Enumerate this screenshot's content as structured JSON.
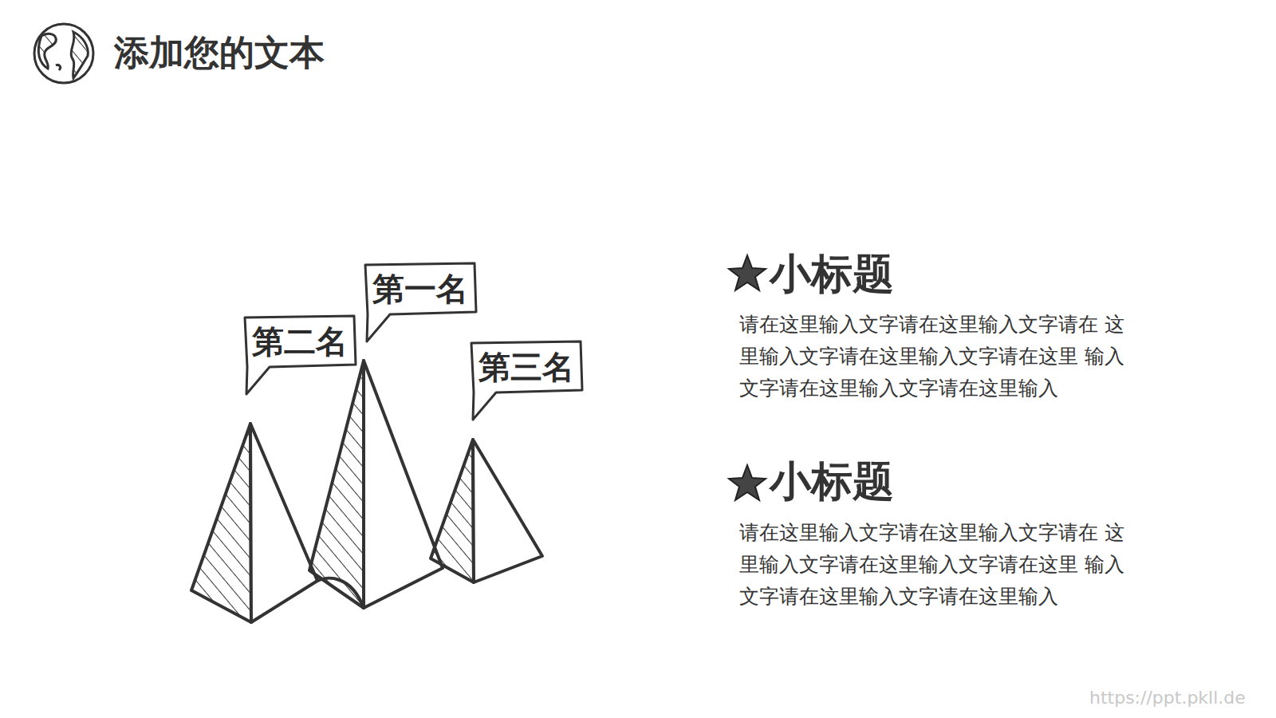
{
  "diagram": {
    "title": "添加您的文本",
    "nodes": [
      {
        "text": [
          "第二名"
        ]
      },
      {
        "text": [
          "第一名"
        ]
      },
      {
        "text": [
          "第三名"
        ]
      }
    ],
    "labels": [
      "小标题",
      "请在这里输入文字请在这里输入文字请在 这里输入文字请在这里输入文字请在这里 输入文字请在这里输入文字请在这里输入",
      "小标题",
      "请在这里输入文字请在这里输入文字请在 这里输入文字请在这里输入文字请在这里 输入文字请在这里输入文字请在这里输入",
      "https://ppt.pkll.de"
    ]
  }
}
